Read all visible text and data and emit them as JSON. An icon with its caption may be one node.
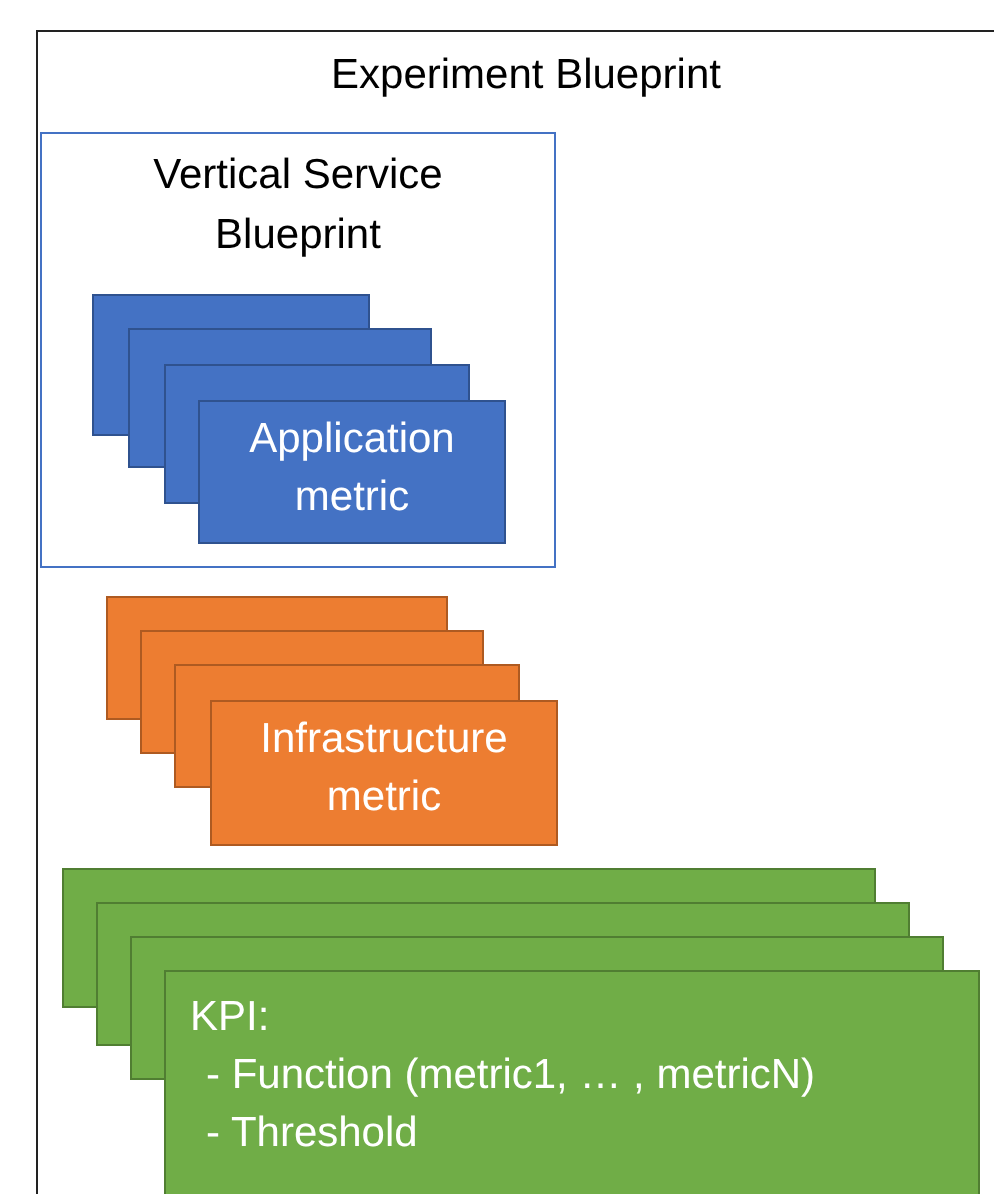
{
  "diagram": {
    "nodes": [
      {
        "text": [
          "Experiment Blueprint"
        ]
      },
      {
        "text": [
          "Vertical Service Blueprint"
        ],
        "in": 0
      },
      {
        "text": [],
        "shape": "box",
        "in": 1
      },
      {
        "text": [],
        "shape": "box",
        "in": 1
      },
      {
        "text": [],
        "shape": "box",
        "in": 1
      },
      {
        "text": [
          "Application metric"
        ],
        "in": 1
      },
      {
        "text": [],
        "shape": "box",
        "in": 0
      },
      {
        "text": [],
        "shape": "box",
        "in": 0
      },
      {
        "text": [],
        "shape": "box",
        "in": 0
      },
      {
        "text": [
          "Infrastructure metric"
        ],
        "in": 0
      },
      {
        "text": [],
        "shape": "box",
        "in": 0
      },
      {
        "text": [],
        "shape": "box",
        "in": 0
      },
      {
        "text": [],
        "shape": "box",
        "in": 0
      },
      {
        "text": [
          "KPI:",
          "- Function (metric1, … , metricN)",
          "- Threshold"
        ],
        "in": 0
      }
    ]
  }
}
